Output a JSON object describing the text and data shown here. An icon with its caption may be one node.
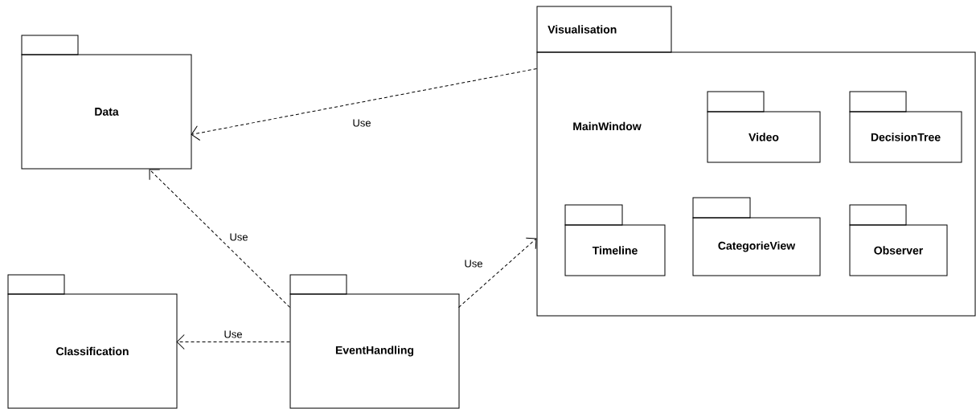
{
  "diagram": {
    "nodes": [
      {
        "text": [
          "Data"
        ]
      },
      {
        "text": [
          "Visualisation"
        ]
      },
      {
        "text": [
          "Video"
        ],
        "in": 1
      },
      {
        "text": [
          "DecisionTree"
        ],
        "in": 1
      },
      {
        "text": [
          "Timeline"
        ],
        "in": 1
      },
      {
        "text": [
          "CategorieView"
        ],
        "in": 1
      },
      {
        "text": [
          "Observer"
        ],
        "in": 1
      },
      {
        "text": [
          "Classification"
        ]
      },
      {
        "text": [
          "EventHandling"
        ]
      }
    ],
    "edges": [
      {
        "from": 1,
        "to": 0,
        "arrow": "to",
        "label": "Use",
        "style": "dashed"
      },
      {
        "from": 8,
        "to": 0,
        "arrow": "to",
        "label": "Use",
        "style": "dashed"
      },
      {
        "from": 8,
        "to": 1,
        "arrow": "to",
        "label": "Use",
        "style": "dashed"
      },
      {
        "from": 8,
        "to": 7,
        "arrow": "to",
        "label": "Use",
        "style": "dashed"
      }
    ],
    "labels": [
      "MainWindow"
    ]
  }
}
